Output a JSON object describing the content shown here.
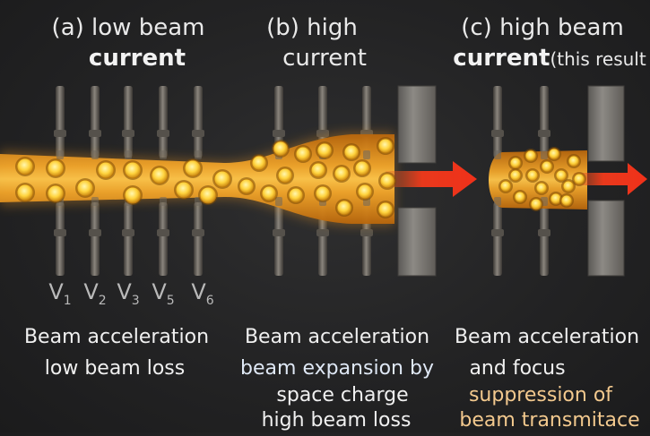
{
  "panels": [
    {
      "key": "a",
      "title_line1": "(a) low beam",
      "title_line2": "current",
      "caption": [
        "Beam acceleration",
        "low beam loss"
      ]
    },
    {
      "key": "b",
      "title_line1": "(b) high",
      "title_line2": "current",
      "caption": [
        "Beam acceleration",
        "beam expansion by",
        "space charge",
        "high beam loss"
      ]
    },
    {
      "key": "c",
      "title_line1": "(c) high beam",
      "title_line2": "current",
      "title_line2_suffix": "(this result",
      "caption": [
        "Beam acceleration",
        "and focus",
        "suppression of",
        "beam transmitace"
      ]
    }
  ],
  "electrode_labels": [
    {
      "base": "V",
      "sub": "1"
    },
    {
      "base": "V",
      "sub": "2"
    },
    {
      "base": "V",
      "sub": "3"
    },
    {
      "base": "V",
      "sub": "5"
    },
    {
      "base": "V",
      "sub": "6"
    }
  ],
  "colors": {
    "beam_core": "#f2a127",
    "beam_edge": "#c9730f",
    "particle": "#ffd64a",
    "arrow": "#e8391c",
    "electrode": "#6f6a63",
    "aperture": "#7a7773"
  }
}
